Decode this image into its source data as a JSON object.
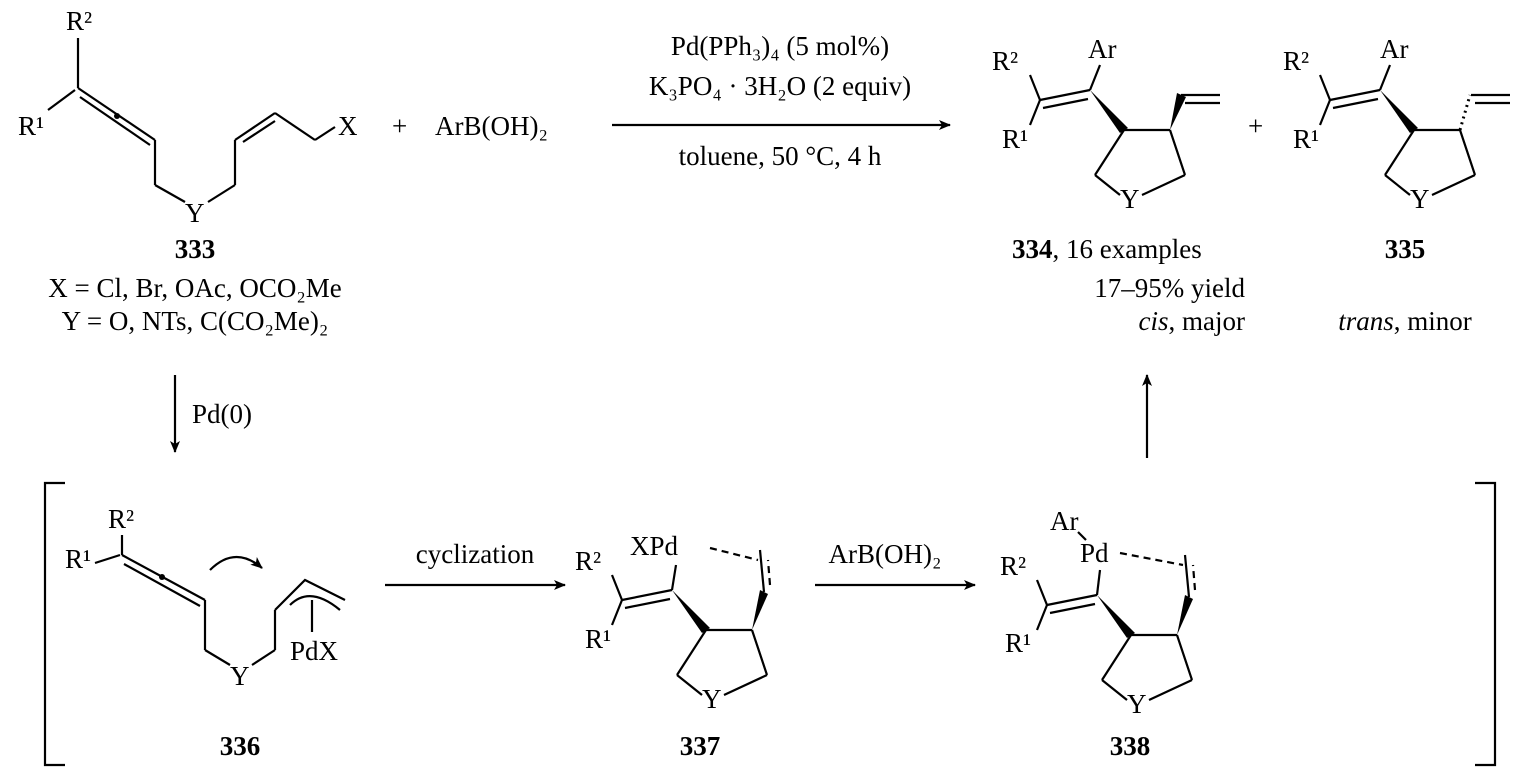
{
  "reactants": {
    "substituent_r2": "R²",
    "substituent_r1": "R¹",
    "leaving_group": "X",
    "linker": "Y",
    "plus": "+",
    "boronic_acid": "ArB(OH)₂",
    "compound_333": "333",
    "x_definition": "X = Cl, Br, OAc, OCO₂Me",
    "y_definition": "Y = O, NTs, C(CO₂Me)₂"
  },
  "conditions": {
    "catalyst": "Pd(PPh₃)₄ (5 mol%)",
    "base": "K₃PO₄ · 3H₂O (2 equiv)",
    "solvent_temp_time": "toluene, 50 °C, 4 h"
  },
  "products": {
    "aryl": "Ar",
    "r2": "R²",
    "r1": "R¹",
    "linker": "Y",
    "plus": "+",
    "compound_334": "334",
    "examples": ", 16 examples",
    "yield": "17–95% yield",
    "cis_label": "cis",
    "cis_suffix": ", major",
    "compound_335": "335",
    "trans_label": "trans",
    "trans_suffix": ", minor"
  },
  "mechanism": {
    "pd0_label": "Pd(0)",
    "cyclization_label": "cyclization",
    "transmetalation_label": "ArB(OH)₂",
    "intermediate_336": "336",
    "intermediate_337": "337",
    "intermediate_338": "338",
    "pdx": "PdX",
    "xpd": "XPd",
    "pd": "Pd",
    "ar": "Ar",
    "r1": "R¹",
    "r2": "R²",
    "y": "Y"
  }
}
